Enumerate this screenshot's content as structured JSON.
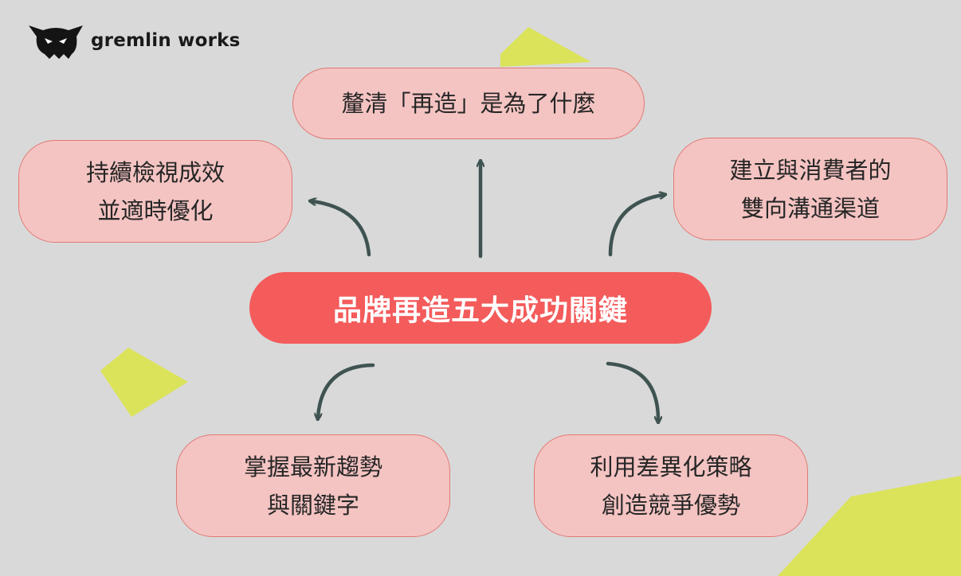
{
  "brand": {
    "name": "gremlin works",
    "logo_icon": "gremlin-cat-icon"
  },
  "colors": {
    "background": "#d9d9d9",
    "center_fill": "#f45b5b",
    "node_fill": "#f4c4c2",
    "node_border": "#e07a76",
    "arrow": "#3f5452",
    "accent_shape": "#dbe35a"
  },
  "center": {
    "label": "品牌再造五大成功關鍵"
  },
  "nodes": {
    "top": {
      "line1": "釐清「再造」是為了什麼"
    },
    "left": {
      "line1": "持續檢視成效",
      "line2": "並適時優化"
    },
    "right": {
      "line1": "建立與消費者的",
      "line2": "雙向溝通渠道"
    },
    "bottom_left": {
      "line1": "掌握最新趨勢",
      "line2": "與關鍵字"
    },
    "bottom_right": {
      "line1": "利用差異化策略",
      "line2": "創造競爭優勢"
    }
  }
}
